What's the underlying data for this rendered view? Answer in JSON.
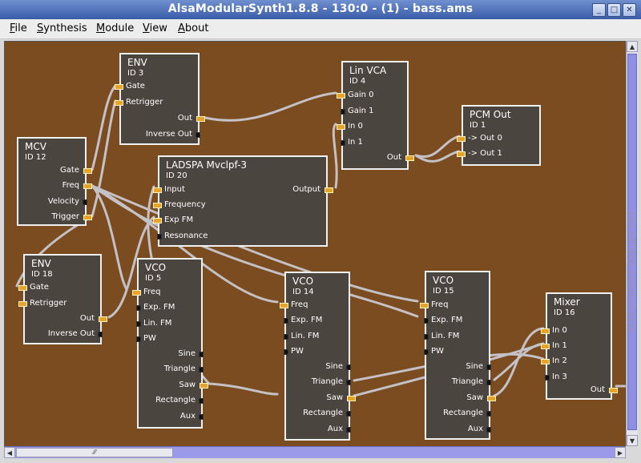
{
  "window": {
    "title": "AlsaModularSynth1.8.8 - 130:0 - (1) - bass.ams"
  },
  "window_controls": {
    "minimize": "_",
    "maximize": "□",
    "close": "✕"
  },
  "menu": [
    {
      "label": "File",
      "mn": "F",
      "rest": "ile"
    },
    {
      "label": "Synthesis",
      "mn": "S",
      "rest": "ynthesis"
    },
    {
      "label": "Module",
      "mn": "M",
      "rest": "odule"
    },
    {
      "label": "View",
      "mn": "V",
      "rest": "iew"
    },
    {
      "label": "About",
      "mn": "A",
      "rest": "bout"
    }
  ],
  "modules": {
    "env3": {
      "name": "ENV",
      "id": "ID 3",
      "inputs": [
        "Gate",
        "Retrigger"
      ],
      "outputs": [
        "Out",
        "Inverse Out"
      ]
    },
    "mcv12": {
      "name": "MCV",
      "id": "ID 12",
      "outputs": [
        "Gate",
        "Freq",
        "Velocity",
        "Trigger"
      ]
    },
    "ladspa20": {
      "name": "LADSPA Mvclpf-3",
      "id": "ID 20",
      "inputs": [
        "Input",
        "Frequency",
        "Exp FM",
        "Resonance"
      ],
      "outputs": [
        "Output"
      ]
    },
    "linvca4": {
      "name": "Lin VCA",
      "id": "ID 4",
      "inputs": [
        "Gain 0",
        "Gain 1",
        "In 0",
        "In 1"
      ],
      "outputs": [
        "Out"
      ]
    },
    "pcmout1": {
      "name": "PCM Out",
      "id": "ID 1",
      "inputs": [
        "-> Out  0",
        "-> Out  1"
      ]
    },
    "env18": {
      "name": "ENV",
      "id": "ID 18",
      "inputs": [
        "Gate",
        "Retrigger"
      ],
      "outputs": [
        "Out",
        "Inverse Out"
      ]
    },
    "vco5": {
      "name": "VCO",
      "id": "ID 5",
      "inputs": [
        "Freq",
        "Exp. FM",
        "Lin. FM",
        "PW"
      ],
      "outputs": [
        "Sine",
        "Triangle",
        "Saw",
        "Rectangle",
        "Aux"
      ]
    },
    "vco14": {
      "name": "VCO",
      "id": "ID 14",
      "inputs": [
        "Freq",
        "Exp. FM",
        "Lin. FM",
        "PW"
      ],
      "outputs": [
        "Sine",
        "Triangle",
        "Saw",
        "Rectangle",
        "Aux"
      ]
    },
    "vco15": {
      "name": "VCO",
      "id": "ID 15",
      "inputs": [
        "Freq",
        "Exp. FM",
        "Lin. FM",
        "PW"
      ],
      "outputs": [
        "Sine",
        "Triangle",
        "Saw",
        "Rectangle",
        "Aux"
      ]
    },
    "mixer16": {
      "name": "Mixer",
      "id": "ID 16",
      "inputs": [
        "In 0",
        "In 1",
        "In 2",
        "In 3"
      ],
      "outputs": [
        "Out"
      ]
    }
  },
  "watermark": "screenshots.debian.net",
  "colors": {
    "canvas": "#7a4c1f",
    "module": "#4b4540",
    "jack": "#e6a52a",
    "cable": "#c8c8d0",
    "scroll_thumb": "#8f8fe6"
  }
}
